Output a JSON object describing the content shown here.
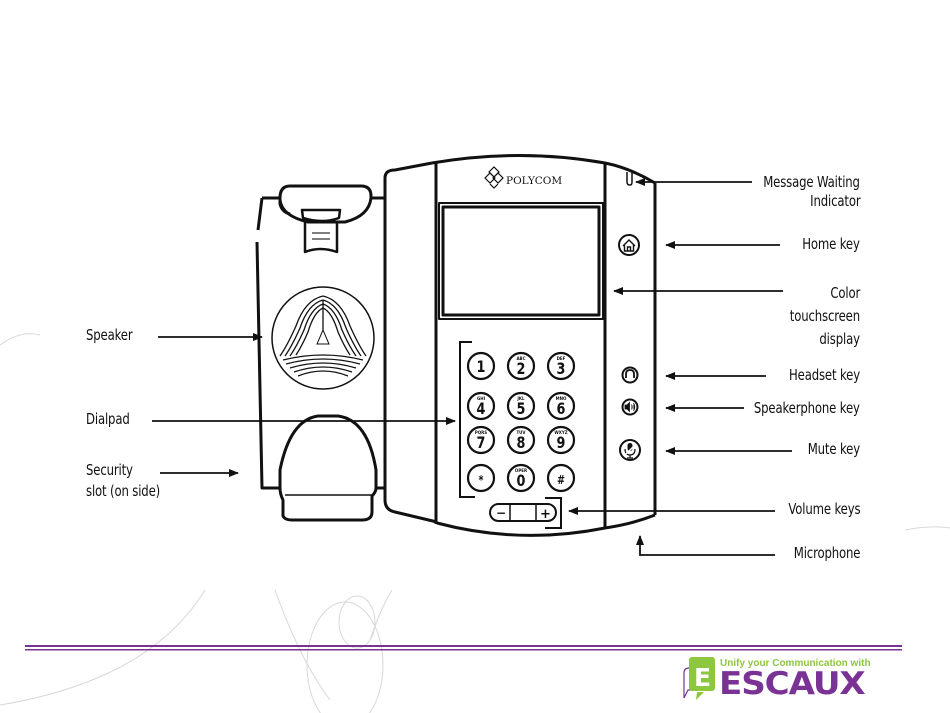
{
  "diagram": {
    "device_brand": "POLYCOM",
    "labels_left": {
      "speaker": "Speaker",
      "dialpad": "Dialpad",
      "security_line1": "Security",
      "security_line2": "slot (on side)"
    },
    "labels_right": {
      "mwi_line1": "Message Waiting",
      "mwi_line2": "Indicator",
      "home": "Home key",
      "display_line1": "Color",
      "display_line2": "touchscreen",
      "display_line3": "display",
      "headset": "Headset key",
      "speakerphone": "Speakerphone key",
      "mute": "Mute key",
      "volume": "Volume keys",
      "microphone": "Microphone"
    },
    "dialpad_keys": [
      {
        "digit": "1",
        "letters": ""
      },
      {
        "digit": "2",
        "letters": "ABC"
      },
      {
        "digit": "3",
        "letters": "DEF"
      },
      {
        "digit": "4",
        "letters": "GHI"
      },
      {
        "digit": "5",
        "letters": "JKL"
      },
      {
        "digit": "6",
        "letters": "MNO"
      },
      {
        "digit": "7",
        "letters": "PQRS"
      },
      {
        "digit": "8",
        "letters": "TUV"
      },
      {
        "digit": "9",
        "letters": "WXYZ"
      },
      {
        "digit": "*",
        "letters": ""
      },
      {
        "digit": "0",
        "letters": "OPER"
      },
      {
        "digit": "#",
        "letters": ""
      }
    ],
    "volume_minus": "−",
    "volume_plus": "+",
    "side_icons": [
      "home-icon",
      "headset-icon",
      "speakerphone-icon",
      "mute-icon"
    ]
  },
  "footer": {
    "logo_tagline": "Unify your Communication with",
    "logo_word": "ESCAUX",
    "logo_letter": "E"
  },
  "colors": {
    "rule": "#7a3294",
    "logo_green": "#8dc63f",
    "logo_purple": "#7a3294",
    "line": "#111111"
  }
}
